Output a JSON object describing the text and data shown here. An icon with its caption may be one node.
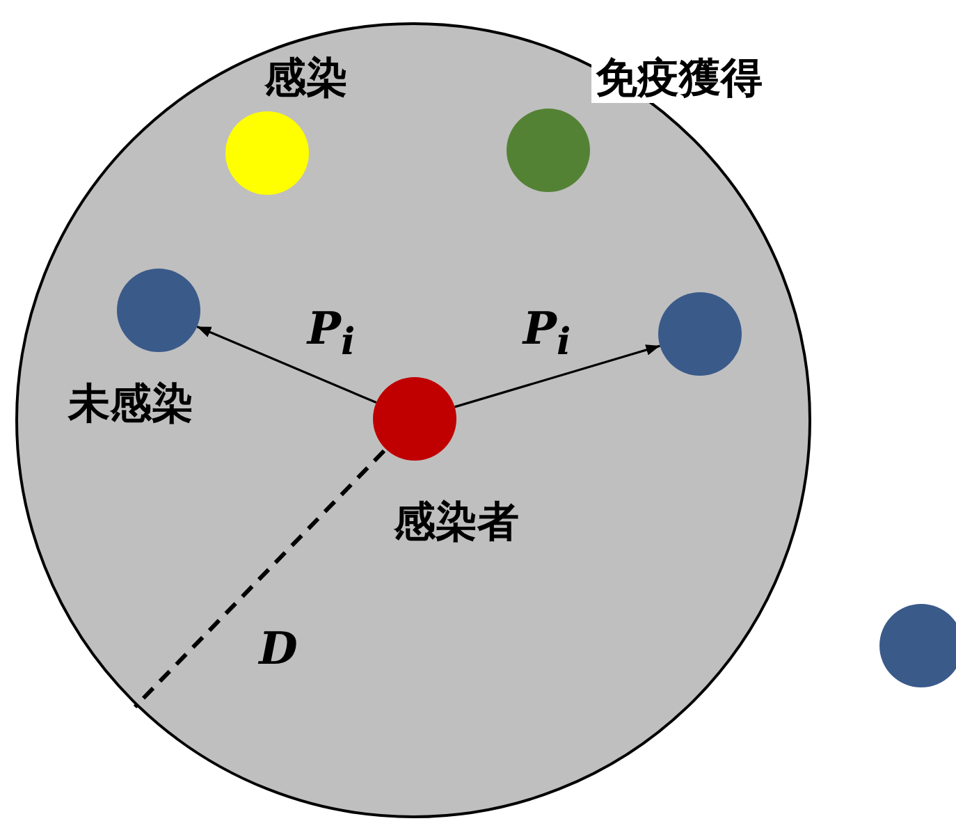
{
  "diagram": {
    "nodes": [
      {
        "text": [],
        "shape": "circle"
      },
      {
        "text": [],
        "shape": "circle",
        "in": 0,
        "beside": [
          "感染"
        ]
      },
      {
        "text": [],
        "shape": "circle",
        "in": 0,
        "beside": [
          "免疫獲得"
        ]
      },
      {
        "text": [],
        "shape": "circle",
        "in": 0,
        "beside": [
          "未感染"
        ]
      },
      {
        "text": [],
        "shape": "circle",
        "in": 0,
        "beside": [
          "感染者"
        ]
      },
      {
        "text": [],
        "shape": "circle",
        "in": 0
      },
      {
        "text": [],
        "shape": "circle"
      }
    ],
    "edges": [
      {
        "from": 4,
        "to": 3,
        "arrow": "to",
        "label": "P$_{i}$"
      },
      {
        "from": 4,
        "to": 5,
        "arrow": "to",
        "label": "P$_{i}$"
      }
    ],
    "labels": [
      "D"
    ]
  }
}
